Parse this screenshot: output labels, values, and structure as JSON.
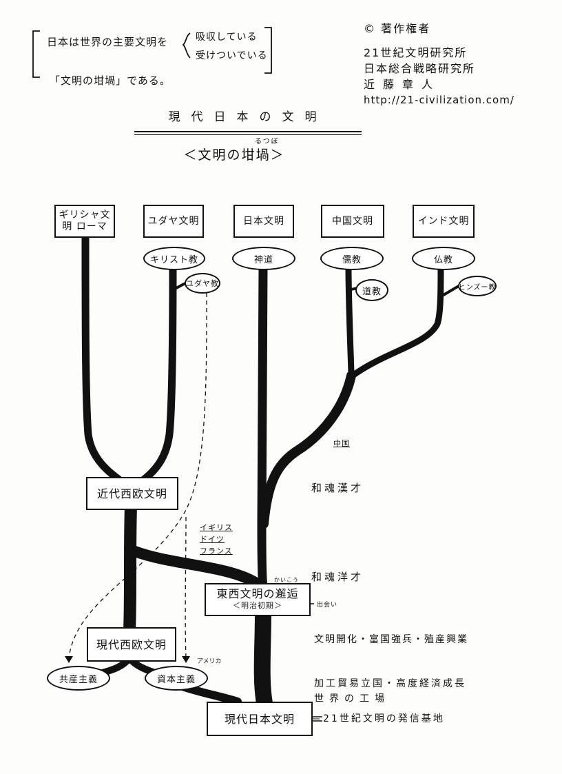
{
  "header_note": {
    "line1_prefix": "日本は世界の主要文明を",
    "line1_option_a": "吸収している",
    "line1_option_b": "受けついでいる",
    "line2": "「文明の坩堝」である。"
  },
  "copyright": {
    "mark": "© 著作権者",
    "org1": "21世紀文明研究所",
    "org2": "日本総合戦略研究所",
    "author": "近藤章人",
    "url": "http://21-civilization.com/"
  },
  "title": "現代日本の文明",
  "subtitle": "＜文明の坩堝＞",
  "subtitle_ruby": "るつぼ",
  "sources": [
    {
      "key": "greece",
      "label": "ギリシャ文明 ローマ"
    },
    {
      "key": "judea",
      "label": "ユダヤ文明"
    },
    {
      "key": "japan",
      "label": "日本文明"
    },
    {
      "key": "china",
      "label": "中国文明"
    },
    {
      "key": "india",
      "label": "インド文明"
    }
  ],
  "religions": {
    "christianity": "キリスト教",
    "judaism": "ユダヤ教",
    "shinto": "神道",
    "confucianism": "儒教",
    "taoism": "道教",
    "buddhism": "仏教",
    "hinduism": "ヒンズー教"
  },
  "nodes": {
    "modern_west": "近代西欧文明",
    "encounter_main": "東西文明の邂逅",
    "encounter_sub": "＜明治初期＞",
    "contemporary_west": "現代西欧文明",
    "communism": "共産主義",
    "capitalism": "資本主義",
    "modern_japan": "現代日本文明"
  },
  "annotations": {
    "china_branch": "中国",
    "wakon_kansai": "和魂漢才",
    "countries_1": "イギリス",
    "countries_2": "ドイツ",
    "countries_3": "フランス",
    "wakon_yosai": "和魂洋才",
    "kaiko_ruby": "かいこう",
    "deai": "出会い",
    "america": "アメリカ",
    "meiji_policy": "文明開化・富国強兵・殖産興業",
    "postwar_1": "加工貿易立国・高度経済成長",
    "postwar_2": "世界の工場",
    "future": "＝21世紀文明の発信基地"
  }
}
